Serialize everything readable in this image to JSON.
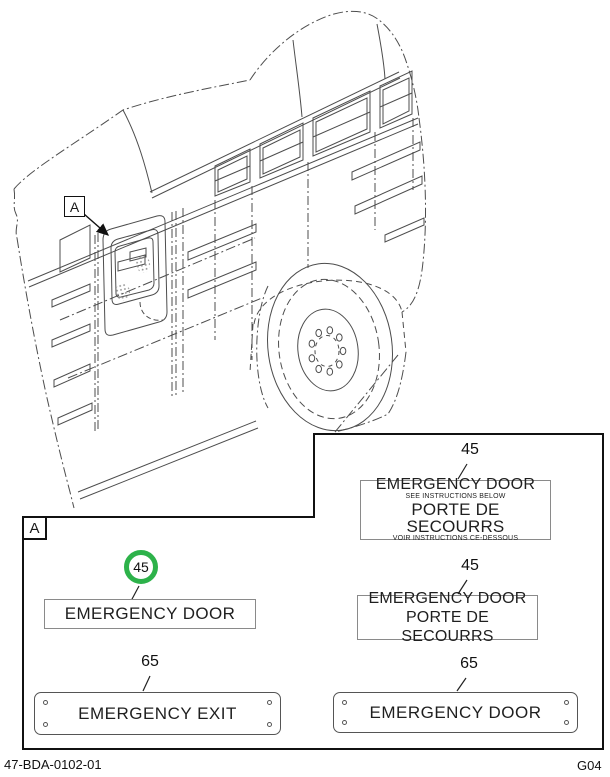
{
  "labels": {
    "drawing_callout": "A",
    "panel_tag": "A"
  },
  "callouts": {
    "left_circle": "45",
    "left_plate": "65",
    "right_top": "45",
    "right_mid": "45",
    "right_plate": "65"
  },
  "decals": {
    "left_door": {
      "line1": "EMERGENCY DOOR"
    },
    "left_exit": {
      "line1": "EMERGENCY EXIT"
    },
    "right_combo": {
      "line1": "EMERGENCY DOOR",
      "line2": "SEE INSTRUCTIONS BELOW",
      "line3": "PORTE DE SECOURRS",
      "line4": "VOIR INSTRUCTIONS CE-DESSOUS"
    },
    "right_bilingual": {
      "line1": "EMERGENCY DOOR",
      "line2": "PORTE DE SECOURRS"
    },
    "right_plate": {
      "line1": "EMERGENCY DOOR"
    }
  },
  "footer": {
    "doc_number": "47-BDA-0102-01",
    "page_code": "G04"
  },
  "colors": {
    "highlight_green": "#2db24a",
    "line_art": "#4d4d4d"
  }
}
